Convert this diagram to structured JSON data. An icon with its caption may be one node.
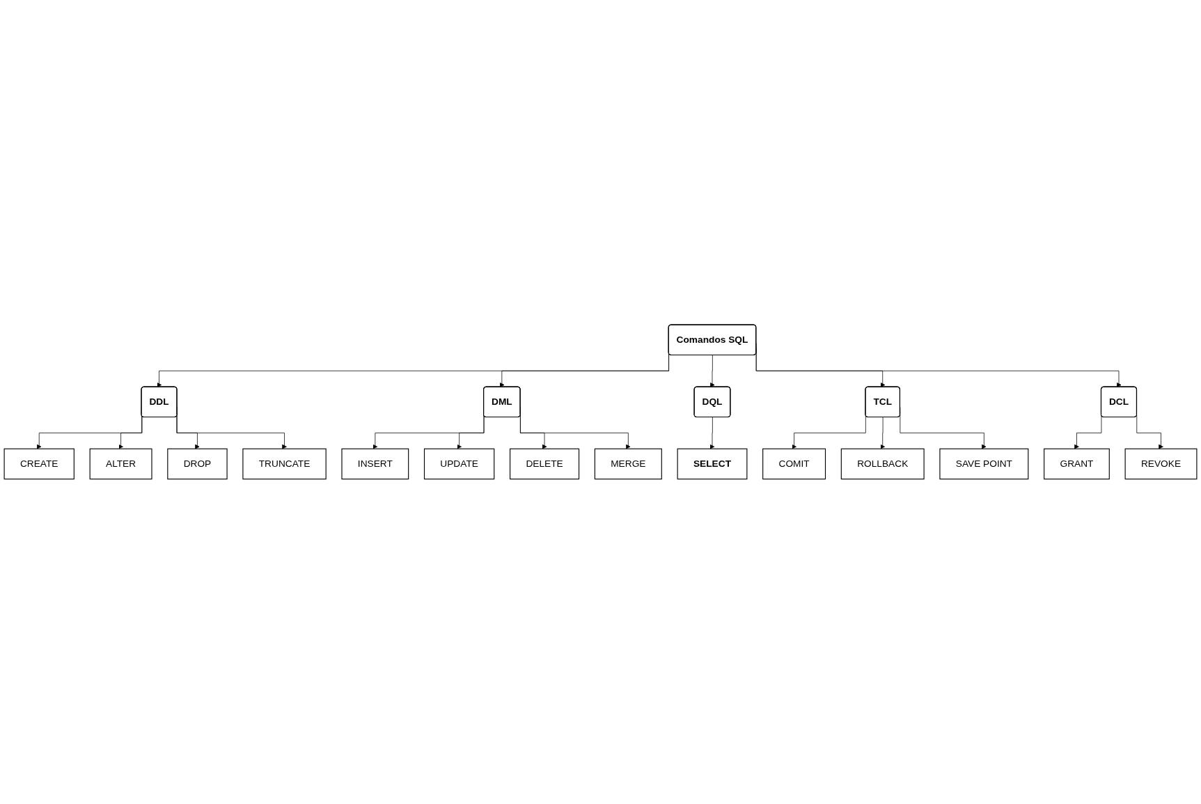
{
  "diagram": {
    "nodes": [
      {
        "text": [
          "Comandos SQL"
        ]
      },
      {
        "text": [
          "DDL"
        ]
      },
      {
        "text": [
          "DML"
        ]
      },
      {
        "text": [
          "DQL"
        ]
      },
      {
        "text": [
          "TCL"
        ]
      },
      {
        "text": [
          "DCL"
        ]
      },
      {
        "text": [
          "CREATE"
        ]
      },
      {
        "text": [
          "ALTER"
        ]
      },
      {
        "text": [
          "DROP"
        ]
      },
      {
        "text": [
          "TRUNCATE"
        ]
      },
      {
        "text": [
          "INSERT"
        ]
      },
      {
        "text": [
          "UPDATE"
        ]
      },
      {
        "text": [
          "DELETE"
        ]
      },
      {
        "text": [
          "MERGE"
        ]
      },
      {
        "text": [
          "SELECT"
        ]
      },
      {
        "text": [
          "COMIT"
        ]
      },
      {
        "text": [
          "ROLLBACK"
        ]
      },
      {
        "text": [
          "SAVE POINT"
        ]
      },
      {
        "text": [
          "GRANT"
        ]
      },
      {
        "text": [
          "REVOKE"
        ]
      }
    ],
    "edges": [
      {
        "from": 0,
        "to": 1,
        "arrow": "to"
      },
      {
        "from": 0,
        "to": 2,
        "arrow": "to"
      },
      {
        "from": 0,
        "to": 3,
        "arrow": "to"
      },
      {
        "from": 0,
        "to": 4,
        "arrow": "to"
      },
      {
        "from": 0,
        "to": 5,
        "arrow": "to"
      },
      {
        "from": 1,
        "to": 6,
        "arrow": "to"
      },
      {
        "from": 1,
        "to": 7,
        "arrow": "to"
      },
      {
        "from": 1,
        "to": 8,
        "arrow": "to"
      },
      {
        "from": 1,
        "to": 9,
        "arrow": "to"
      },
      {
        "from": 2,
        "to": 10,
        "arrow": "to"
      },
      {
        "from": 2,
        "to": 11,
        "arrow": "to"
      },
      {
        "from": 2,
        "to": 12,
        "arrow": "to"
      },
      {
        "from": 2,
        "to": 13,
        "arrow": "to"
      },
      {
        "from": 3,
        "to": 14,
        "arrow": "to"
      },
      {
        "from": 4,
        "to": 15,
        "arrow": "to"
      },
      {
        "from": 4,
        "to": 16,
        "arrow": "to"
      },
      {
        "from": 4,
        "to": 17,
        "arrow": "to"
      },
      {
        "from": 5,
        "to": 18,
        "arrow": "to"
      },
      {
        "from": 5,
        "to": 19,
        "arrow": "to"
      }
    ]
  }
}
